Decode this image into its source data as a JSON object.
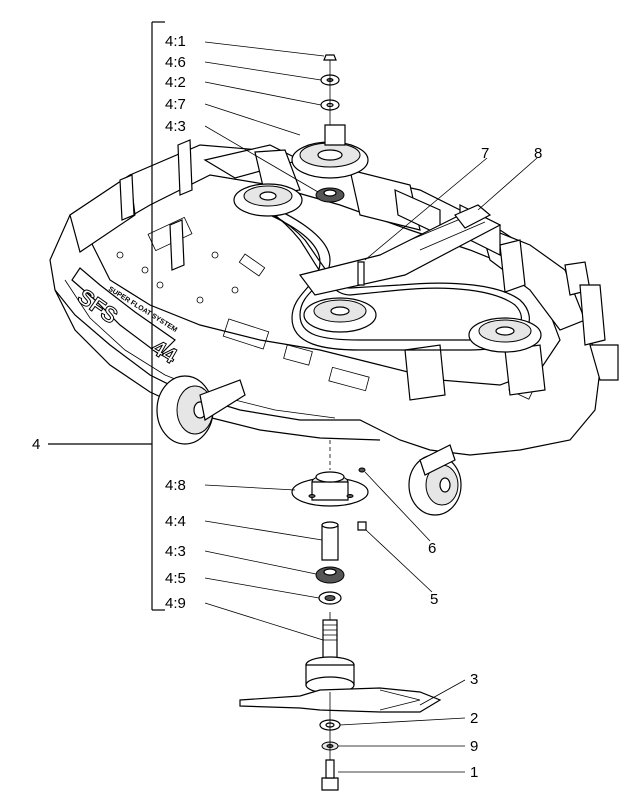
{
  "callouts": [
    {
      "id": "c41",
      "label": "4:1"
    },
    {
      "id": "c46",
      "label": "4:6"
    },
    {
      "id": "c42",
      "label": "4:2"
    },
    {
      "id": "c47",
      "label": "4:7"
    },
    {
      "id": "c43a",
      "label": "4:3"
    },
    {
      "id": "c7",
      "label": "7"
    },
    {
      "id": "c8",
      "label": "8"
    },
    {
      "id": "c4",
      "label": "4"
    },
    {
      "id": "c48",
      "label": "4:8"
    },
    {
      "id": "c44",
      "label": "4:4"
    },
    {
      "id": "c43b",
      "label": "4:3"
    },
    {
      "id": "c45",
      "label": "4:5"
    },
    {
      "id": "c49",
      "label": "4:9"
    },
    {
      "id": "c6",
      "label": "6"
    },
    {
      "id": "c5",
      "label": "5"
    },
    {
      "id": "c3",
      "label": "3"
    },
    {
      "id": "c2",
      "label": "2"
    },
    {
      "id": "c9",
      "label": "9"
    },
    {
      "id": "c1",
      "label": "1"
    }
  ],
  "deck_decals": {
    "side_logo": "SFS",
    "side_size": "44",
    "side_slogan": "SUPER FLOAT SYSTEM"
  }
}
